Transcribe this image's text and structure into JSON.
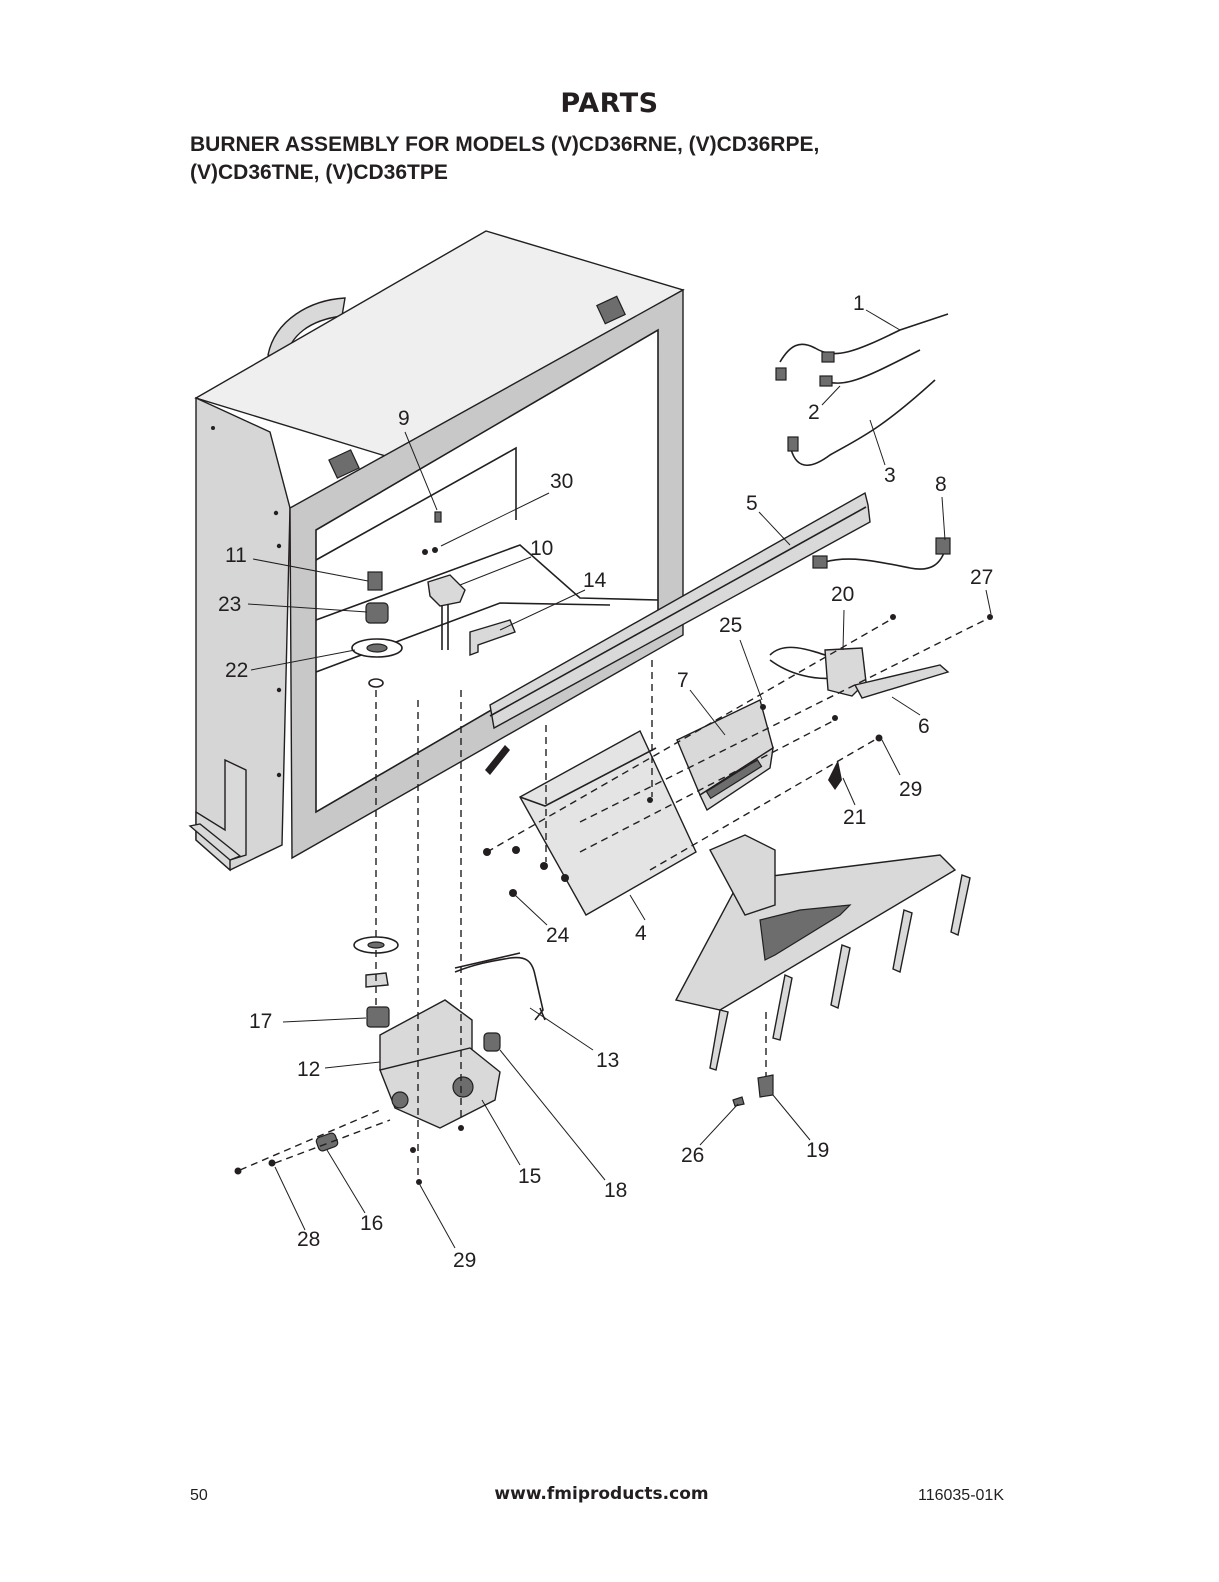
{
  "header": {
    "title": "PARTS",
    "subtitle_line1": "BURNER ASSEMBLY FOR MODELS (V)CD36RNE, (V)CD36RPE,",
    "subtitle_line2": "(V)CD36TNE, (V)CD36TPE"
  },
  "diagram": {
    "callouts": [
      "1",
      "2",
      "3",
      "4",
      "5",
      "6",
      "7",
      "8",
      "9",
      "10",
      "11",
      "12",
      "13",
      "14",
      "15",
      "16",
      "17",
      "18",
      "19",
      "20",
      "21",
      "22",
      "23",
      "24",
      "25",
      "26",
      "27",
      "28",
      "29",
      "29",
      "30"
    ]
  },
  "footer": {
    "page_number": "50",
    "website": "www.fmiproducts.com",
    "doc_number": "116035-01K"
  }
}
